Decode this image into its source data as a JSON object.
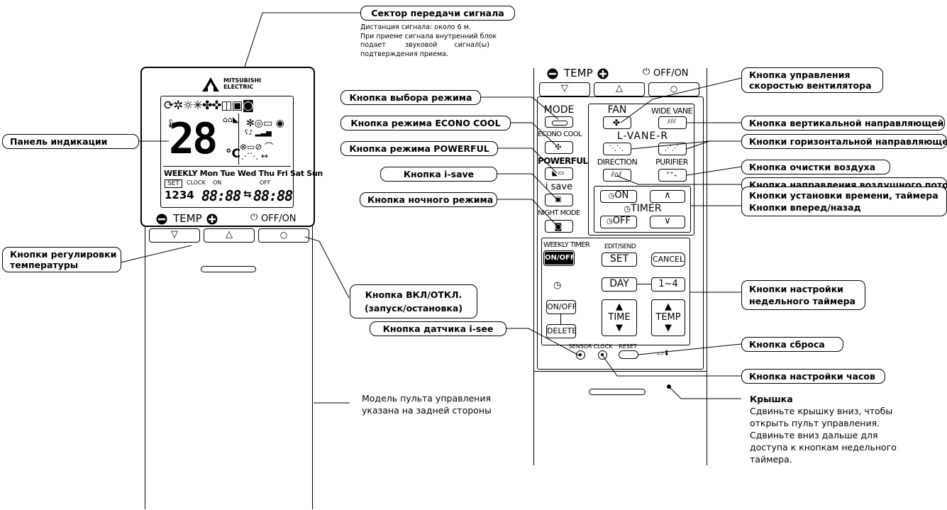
{
  "callouts": {
    "signal_sector": "Сектор передачи сигнала",
    "display_panel": "Панель индикации",
    "temp_buttons_l1": "Кнопки регулировки",
    "temp_buttons_l2": "температуры",
    "onoff_l1": "Кнопка ВКЛ/ОТКЛ.",
    "onoff_l2": "(запуск/остановка)",
    "mode_button": "Кнопка выбора режима",
    "econo_button": "Кнопка режима ECONO COOL",
    "powerful_button": "Кнопка режима POWERFUL",
    "isave_button": "Кнопка i-save",
    "night_button": "Кнопка ночного режима",
    "isee_button": "Кнопка датчика i-see",
    "fan_button_l1": "Кнопка управления",
    "fan_button_l2": "скоростью вентилятора",
    "vane_v": "Кнопка вертикальной направляющей",
    "vane_h": "Кнопки горизонтальной направляющей",
    "purifier": "Кнопка очистки воздуха",
    "direction": "Кнопка направления воздушного потока",
    "timer_l1": "Кнопки установки времени, таймера",
    "timer_l2": "Кнопки вперед/назад",
    "weekly_l1": "Кнопки настройки",
    "weekly_l2": "недельного таймера",
    "reset": "Кнопка сброса",
    "clock": "Кнопка настройки часов",
    "cover_title": "Крышка"
  },
  "notes": {
    "signal_l1": "Дистанция сигнала: около 6 м.",
    "signal_l2": "При приеме сигнала внутренний блок",
    "signal_l3": "подает         звуковой        сигнал(ы)",
    "signal_l4": "подтверждения приема.",
    "model_l1": "Модель пульта управления",
    "model_l2": "указана на задней стороны",
    "cover_l1": "Сдвиньте крышку вниз, чтобы",
    "cover_l2": "открыть пульт управления.",
    "cover_l3": "Сдвиньте вниз дальше для",
    "cover_l4": "доступа к кнопкам недельного",
    "cover_l5": "таймера."
  },
  "lcd": {
    "brand_l1": "MITSUBISHI",
    "brand_l2": "ELECTRIC",
    "temperature": "28",
    "unit": "°C",
    "days": "WEEKLY Mon Tue Wed Thu Fri Sat Sun",
    "set_label": "SET",
    "clock_label": "CLOCK",
    "on_label": "ON",
    "off_label": "OFF",
    "program_digits": "1234",
    "time_on": "88:88",
    "time_off": "88:88",
    "arrow": "⇆"
  },
  "left_remote": {
    "temp_label": "TEMP",
    "onoff_label": "OFF/ON",
    "down_symbol": "▽",
    "up_symbol": "△",
    "power_symbol": "○"
  },
  "right_remote": {
    "temp_label": "TEMP",
    "onoff_label": "OFF/ON",
    "down_symbol": "▽",
    "up_symbol": "△",
    "power_symbol": "○",
    "mode": "MODE",
    "fan": "FAN",
    "wide_vane": "WIDE VANE",
    "lvane": "L-VANE-R",
    "econo": "ECONO COOL",
    "powerful": "POWERFUL",
    "direction": "DIRECTION",
    "purifier": "PURIFIER",
    "isave": "i save",
    "night": "NIGHT MODE",
    "on": "ON",
    "off": "OFF",
    "timer": "TIMER",
    "up": "∧",
    "down": "∨",
    "weekly_timer": "WEEKLY TIMER",
    "weekly_onoff": "ON/OFF",
    "edit_send": "EDIT/SEND",
    "set": "SET",
    "cancel": "CANCEL",
    "day": "DAY",
    "range": "1~4",
    "onoff_small": "ON/OFF",
    "delete": "DELETE",
    "time": "TIME",
    "temp_btn": "TEMP",
    "sensor": "SENSOR",
    "clock": "CLOCK",
    "reset": "RESET"
  }
}
